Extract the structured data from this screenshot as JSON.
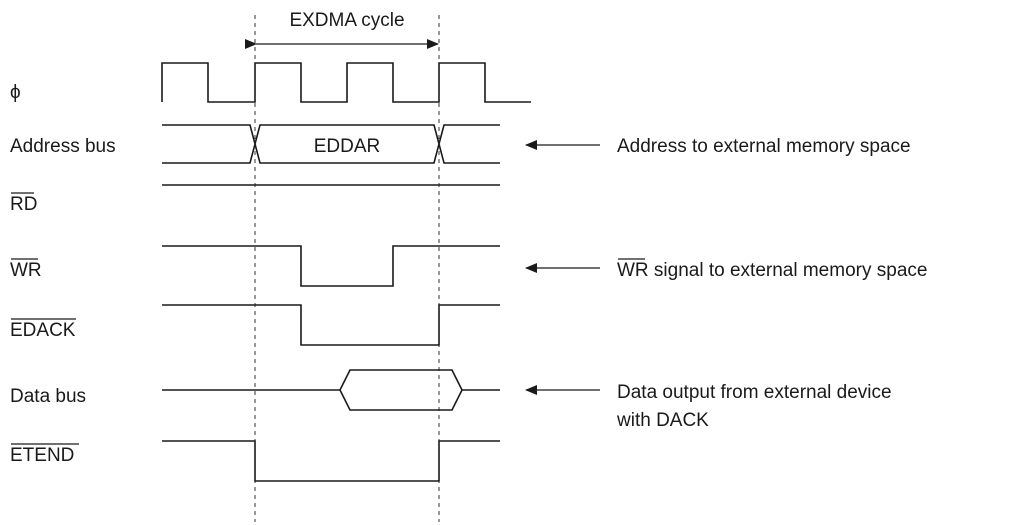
{
  "cycle_label": "EXDMA cycle",
  "signals": [
    {
      "name": "ϕ",
      "overbar": false
    },
    {
      "name": "Address bus",
      "overbar": false
    },
    {
      "name": "RD",
      "overbar": true
    },
    {
      "name": "WR",
      "overbar": true
    },
    {
      "name": "EDACK",
      "overbar": true
    },
    {
      "name": "Data bus",
      "overbar": false
    },
    {
      "name": "ETEND",
      "overbar": true
    }
  ],
  "address_bus_value": "EDDAR",
  "annotations": {
    "address": "Address to external memory space",
    "wr_prefix": "WR",
    "wr_rest": " signal to external memory space",
    "data_line1": "Data output from external device",
    "data_line2": "with DACK"
  }
}
